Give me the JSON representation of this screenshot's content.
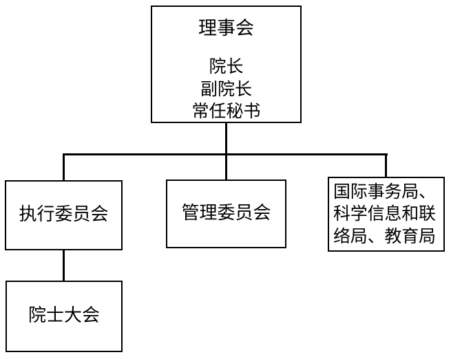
{
  "chart": {
    "type": "org-chart",
    "title": "",
    "orientation": "top-down",
    "background_color": "#ffffff",
    "line_color": "#000000",
    "border_color": "#000000",
    "text_color": "#000000"
  },
  "nodes": {
    "board": {
      "id": "board",
      "level": 0,
      "title": "理事会",
      "members": [
        "院长",
        "副院长",
        "常任秘书"
      ]
    },
    "executive_committee": {
      "id": "executive_committee",
      "level": 1,
      "label": "执行委员会"
    },
    "management_committee": {
      "id": "management_committee",
      "level": 1,
      "label": "管理委员会"
    },
    "bureaus": {
      "id": "bureaus",
      "level": 1,
      "lines": [
        "国际事务局、",
        "科学信息和联",
        "络局、教育局"
      ]
    },
    "academicians_assembly": {
      "id": "academicians_assembly",
      "level": 2,
      "label": "院士大会"
    }
  },
  "edges": [
    {
      "from": "board",
      "to": "executive_committee"
    },
    {
      "from": "board",
      "to": "management_committee"
    },
    {
      "from": "board",
      "to": "bureaus"
    },
    {
      "from": "executive_committee",
      "to": "academicians_assembly"
    }
  ]
}
